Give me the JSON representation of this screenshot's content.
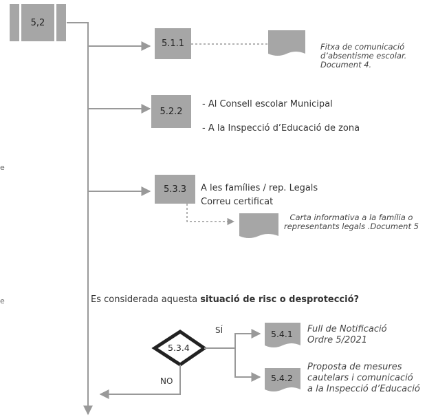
{
  "nodes": {
    "n52": "5,2",
    "n511": "5.1.1",
    "n522": "5.2.2",
    "n533": "5.3.3",
    "n534": "5.3.4",
    "n541": "5.4.1",
    "n542": "5.4.2"
  },
  "doc1": [
    "Fitxa de comunicació",
    "d’absentisme escolar.",
    "Document  4."
  ],
  "dest522": [
    "- Al Consell escolar Municipal",
    "- A la Inspecció d’Educació de zona"
  ],
  "dest533": [
    "A les famílies / rep. Legals",
    "Correu certificat"
  ],
  "doc5": [
    "Carta informativa a la família o",
    "representants legals .Document 5"
  ],
  "question": {
    "prefix": "Es considerada aquesta ",
    "bold": "situació de risc o desprotecció?"
  },
  "yes": "SÍ",
  "no": "NO",
  "out541": [
    "Full de Notificació",
    "Ordre 5/2021"
  ],
  "out542": [
    "Proposta de mesures",
    "cautelars i comunicació",
    "a la Inspecció d’Educació"
  ],
  "margin_marks": [
    "e",
    "e"
  ]
}
